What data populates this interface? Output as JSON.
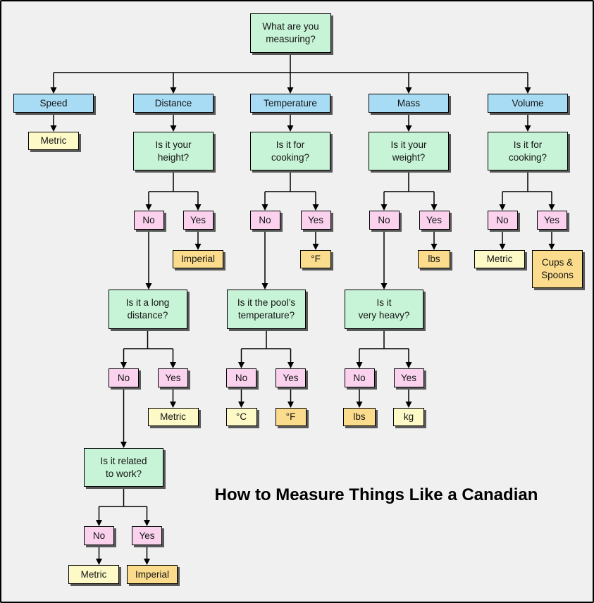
{
  "title": "How to Measure Things Like a Canadian",
  "palette": {
    "background": "#F0F0F0",
    "category": "#A8DCF5",
    "question": "#C7F3D6",
    "decision": "#FAD2EE",
    "metric": "#FDFAC8",
    "imperial": "#FBDC8C",
    "line": "#000000",
    "shadow": "#595959"
  },
  "root": {
    "label": "What are you\nmeasuring?"
  },
  "categories": {
    "speed": "Speed",
    "distance": "Distance",
    "temperature": "Temperature",
    "mass": "Mass",
    "volume": "Volume"
  },
  "answers": {
    "no": "No",
    "yes": "Yes"
  },
  "speed": {
    "result": "Metric"
  },
  "distance": {
    "q1": "Is it your\nheight?",
    "q1_yes_result": "Imperial",
    "q2": "Is it a long\ndistance?",
    "q2_yes_result": "Metric",
    "q3": "Is it related\nto work?",
    "q3_no_result": "Metric",
    "q3_yes_result": "Imperial"
  },
  "temperature": {
    "q1": "Is it for\ncooking?",
    "q1_yes_result": "°F",
    "q2": "Is it the pool’s\ntemperature?",
    "q2_no_result": "°C",
    "q2_yes_result": "°F"
  },
  "mass": {
    "q1": "Is it your\nweight?",
    "q1_yes_result": "lbs",
    "q2": "Is it\nvery heavy?",
    "q2_no_result": "lbs",
    "q2_yes_result": "kg"
  },
  "volume": {
    "q1": "Is it for\ncooking?",
    "no_result": "Metric",
    "yes_result": "Cups &\nSpoons"
  }
}
